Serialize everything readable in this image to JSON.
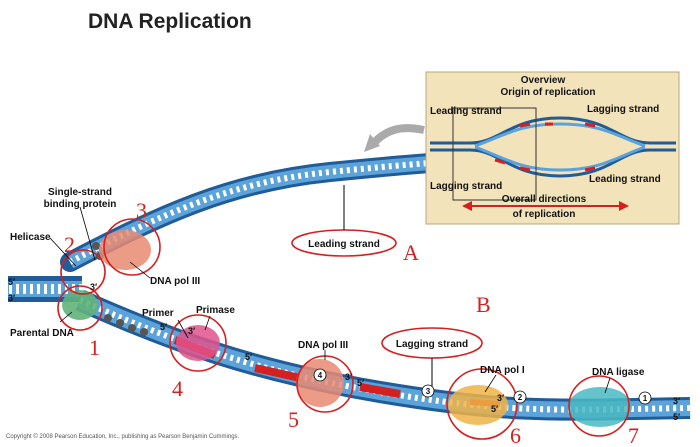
{
  "title": "DNA Replication",
  "copyright": "Copyright © 2008 Pearson Education, Inc., publishing as Pearson Benjamin Cummings.",
  "inset": {
    "overview": "Overview",
    "origin": "Origin of replication",
    "leading_top": "Leading strand",
    "lagging_top": "Lagging strand",
    "lagging_bottom": "Lagging strand",
    "leading_bottom": "Leading strand",
    "directions_line1": "Overall directions",
    "directions_line2": "of replication"
  },
  "labels": {
    "ssb_line1": "Single-strand",
    "ssb_line2": "binding protein",
    "helicase": "Helicase",
    "dna_pol_iii_top": "DNA pol III",
    "leading_strand_callout": "Leading strand",
    "parental_dna": "Parental DNA",
    "primer": "Primer",
    "primase": "Primase",
    "dna_pol_iii_bottom": "DNA pol III",
    "lagging_strand_callout": "Lagging strand",
    "dna_pol_i": "DNA pol I",
    "dna_ligase": "DNA ligase"
  },
  "ends": {
    "five_prime": "5′",
    "three_prime": "3′"
  },
  "okazaki_numbers": [
    "1",
    "2",
    "3",
    "4"
  ],
  "annotations": [
    "1",
    "2",
    "3",
    "4",
    "5",
    "6",
    "7",
    "A",
    "B"
  ],
  "colors": {
    "strand_light": "#5ba3d9",
    "strand_dark": "#1f5c99",
    "primer_red": "#d62020",
    "annotation_red": "#d42020",
    "inset_bg": "#f3e3bb",
    "helicase_green": "#5fb37a",
    "pol_salmon": "#e98a72",
    "primase_pink": "#e0548c",
    "pol_i_orange": "#f0b347",
    "ligase_teal": "#49b8c2"
  }
}
